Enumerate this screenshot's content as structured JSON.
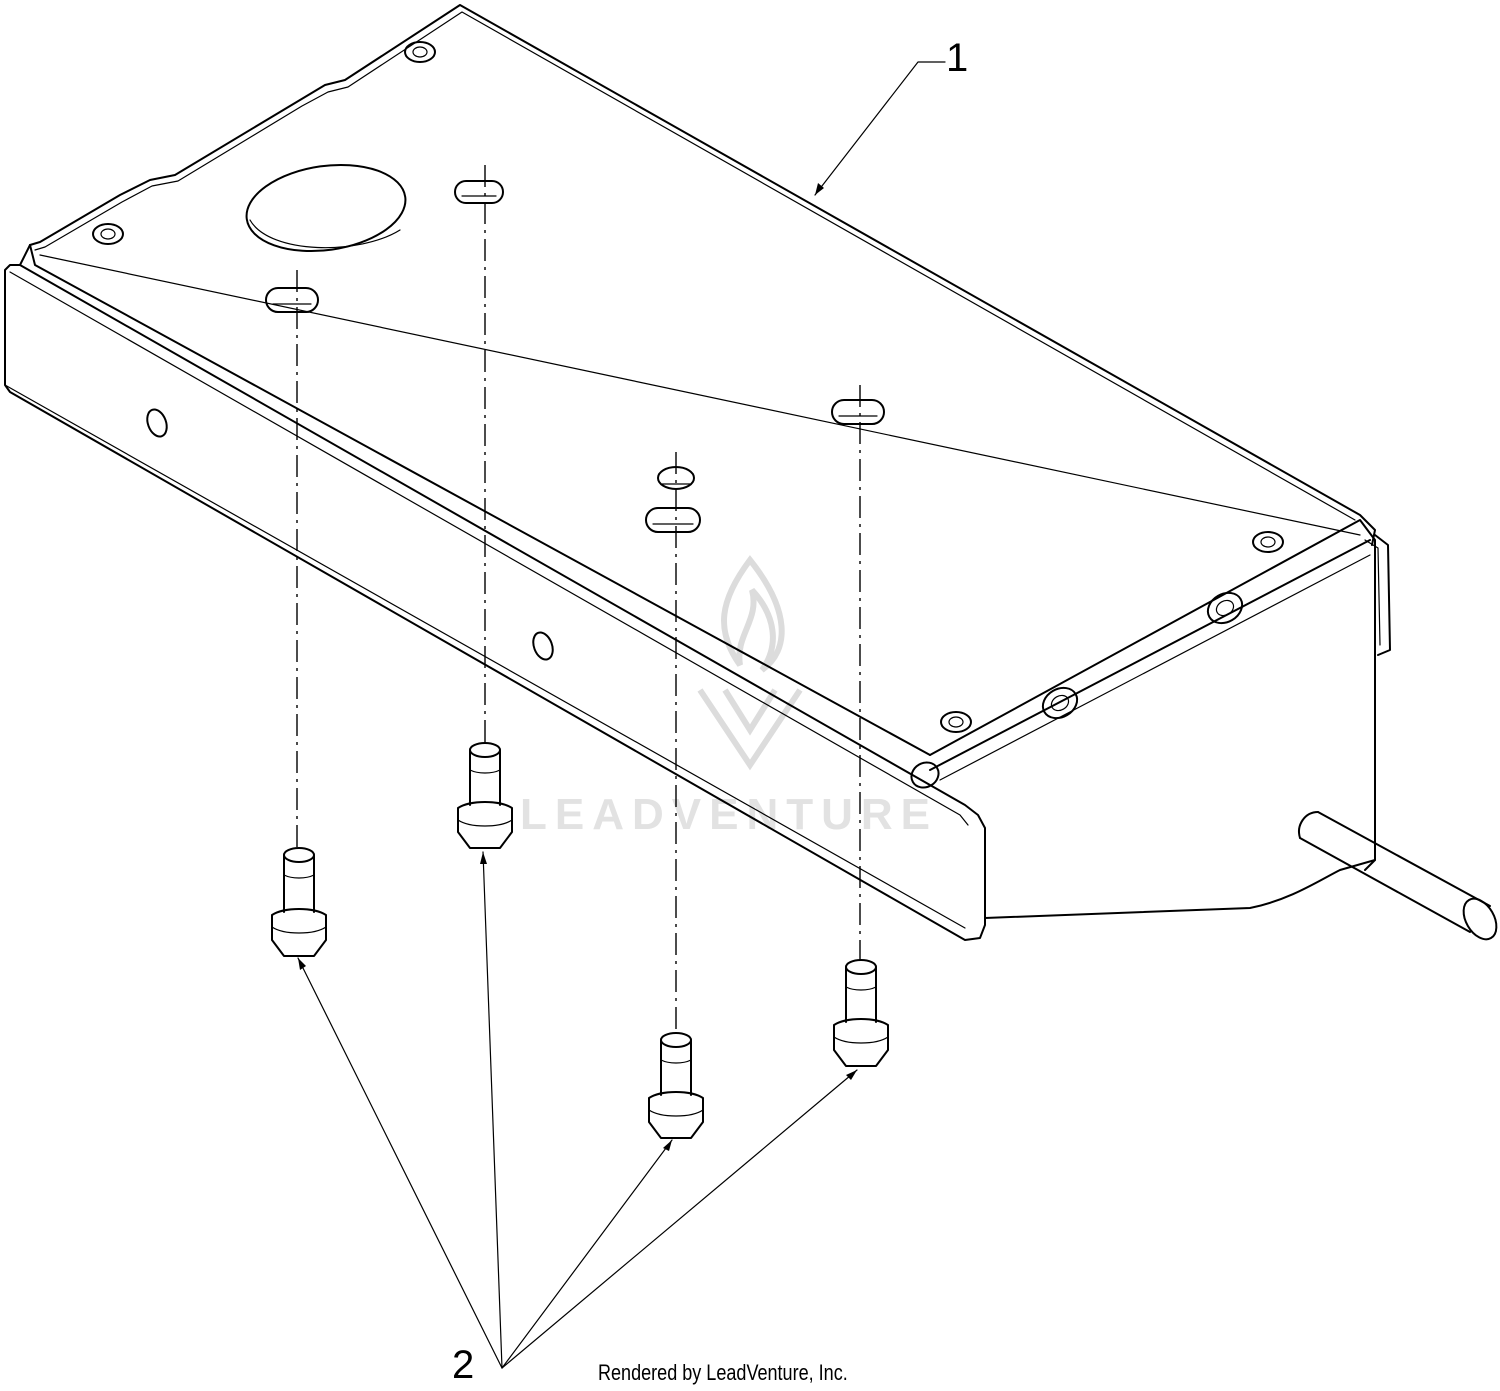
{
  "diagram": {
    "callouts": [
      {
        "id": "1",
        "label": "1"
      },
      {
        "id": "2",
        "label": "2"
      }
    ],
    "watermark": "LEADVENTURE",
    "footer": "Rendered by LeadVenture, Inc."
  }
}
